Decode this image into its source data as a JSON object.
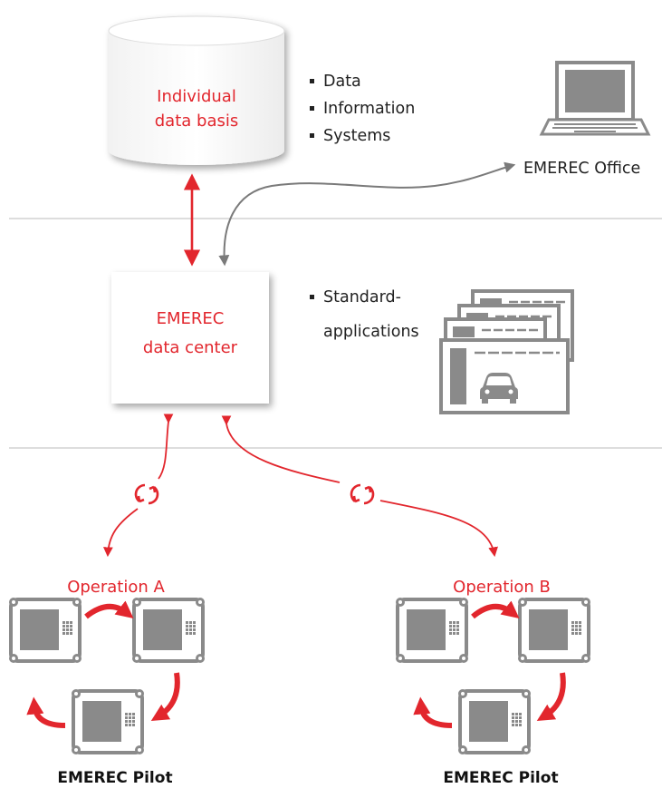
{
  "database": {
    "line1": "Individual",
    "line2": "data basis"
  },
  "database_items": [
    "Data",
    "Information",
    "Systems"
  ],
  "office": {
    "label": "EMEREC Office"
  },
  "datacenter": {
    "line1": "EMEREC",
    "line2": "data center"
  },
  "standard_apps": {
    "line1": "Standard-",
    "line2": "applications"
  },
  "operation_a": {
    "label": "Operation A",
    "device_label": "EMEREC Pilot"
  },
  "operation_b": {
    "label": "Operation B",
    "device_label": "EMEREC Pilot"
  },
  "colors": {
    "accent": "#e2262d",
    "gray": "#777777",
    "device": "#8a8a8a",
    "line": "#bbbbbb"
  },
  "icons": [
    "database-icon",
    "laptop-icon",
    "document-stack-icon",
    "car-icon",
    "tablet-device-icon",
    "sync-icon",
    "curved-arrow-icon"
  ]
}
